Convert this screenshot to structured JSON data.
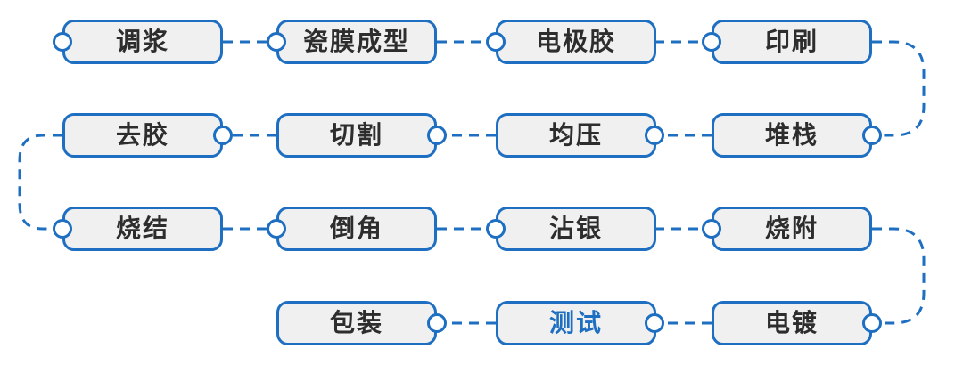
{
  "diagram": {
    "type": "process-flow",
    "layout": "serpentine",
    "highlighted_step": "测试",
    "process_order": [
      "调浆",
      "瓷膜成型",
      "电极胶",
      "印刷",
      "堆栈",
      "均压",
      "切割",
      "去胶",
      "烧结",
      "倒角",
      "沾银",
      "烧附",
      "电镀",
      "测试",
      "包装"
    ],
    "rows": [
      {
        "flow": "left-to-right",
        "steps_in_display_order": [
          "调浆",
          "瓷膜成型",
          "电极胶",
          "印刷"
        ]
      },
      {
        "flow": "right-to-left",
        "steps_in_display_order": [
          "去胶",
          "切割",
          "均压",
          "堆栈"
        ]
      },
      {
        "flow": "left-to-right",
        "steps_in_display_order": [
          "烧结",
          "倒角",
          "沾银",
          "烧附"
        ]
      },
      {
        "flow": "right-to-left",
        "steps_in_display_order": [
          "包装",
          "测试",
          "电镀"
        ]
      }
    ]
  },
  "nodes": [
    {
      "label": "调浆"
    },
    {
      "label": "瓷膜成型"
    },
    {
      "label": "电极胶"
    },
    {
      "label": "印刷"
    },
    {
      "label": "去胶"
    },
    {
      "label": "切割"
    },
    {
      "label": "均压"
    },
    {
      "label": "堆栈"
    },
    {
      "label": "烧结"
    },
    {
      "label": "倒角"
    },
    {
      "label": "沾银"
    },
    {
      "label": "烧附"
    },
    {
      "label": "包装"
    },
    {
      "label": "测试"
    },
    {
      "label": "电镀"
    }
  ],
  "colors": {
    "accent": "#1e6fc2",
    "box_fill": "#f0f0f0",
    "text": "#2d2d2d",
    "background": "#ffffff",
    "highlight_text": "#1e6fc2"
  }
}
